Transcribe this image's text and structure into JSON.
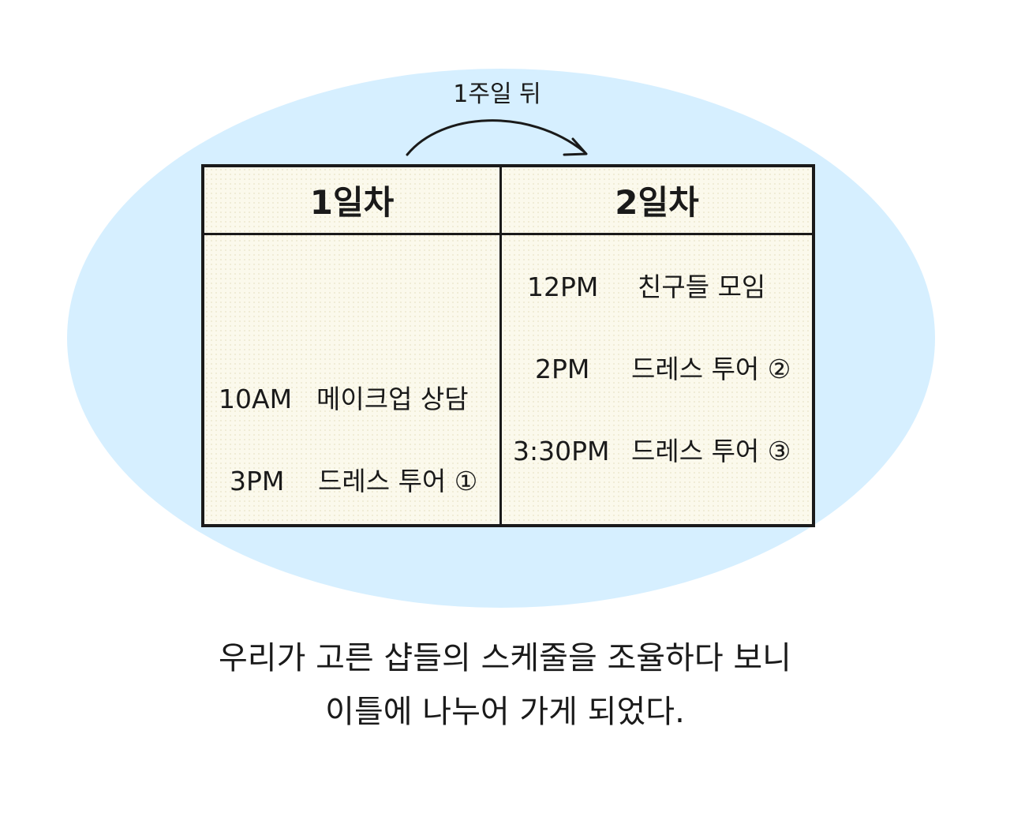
{
  "arrow_label": "1주일 뒤",
  "days": [
    {
      "title": "1일차",
      "events": [
        {
          "time": "10AM",
          "activity": "메이크업 상담"
        },
        {
          "time": "3PM",
          "activity": "드레스 투어 ①"
        }
      ]
    },
    {
      "title": "2일차",
      "events": [
        {
          "time": "12PM",
          "activity": "친구들 모임"
        },
        {
          "time": "2PM",
          "activity": "드레스 투어 ②"
        },
        {
          "time": "3:30PM",
          "activity": "드레스 투어 ③"
        }
      ]
    }
  ],
  "caption": {
    "line1": "우리가 고른 샵들의 스케줄을 조율하다 보니",
    "line2": "이틀에 나누어 가게 되었다."
  },
  "colors": {
    "background_blob": "#d6efff",
    "table_fill": "#fbf9ec",
    "ink": "#1a1a1a"
  }
}
